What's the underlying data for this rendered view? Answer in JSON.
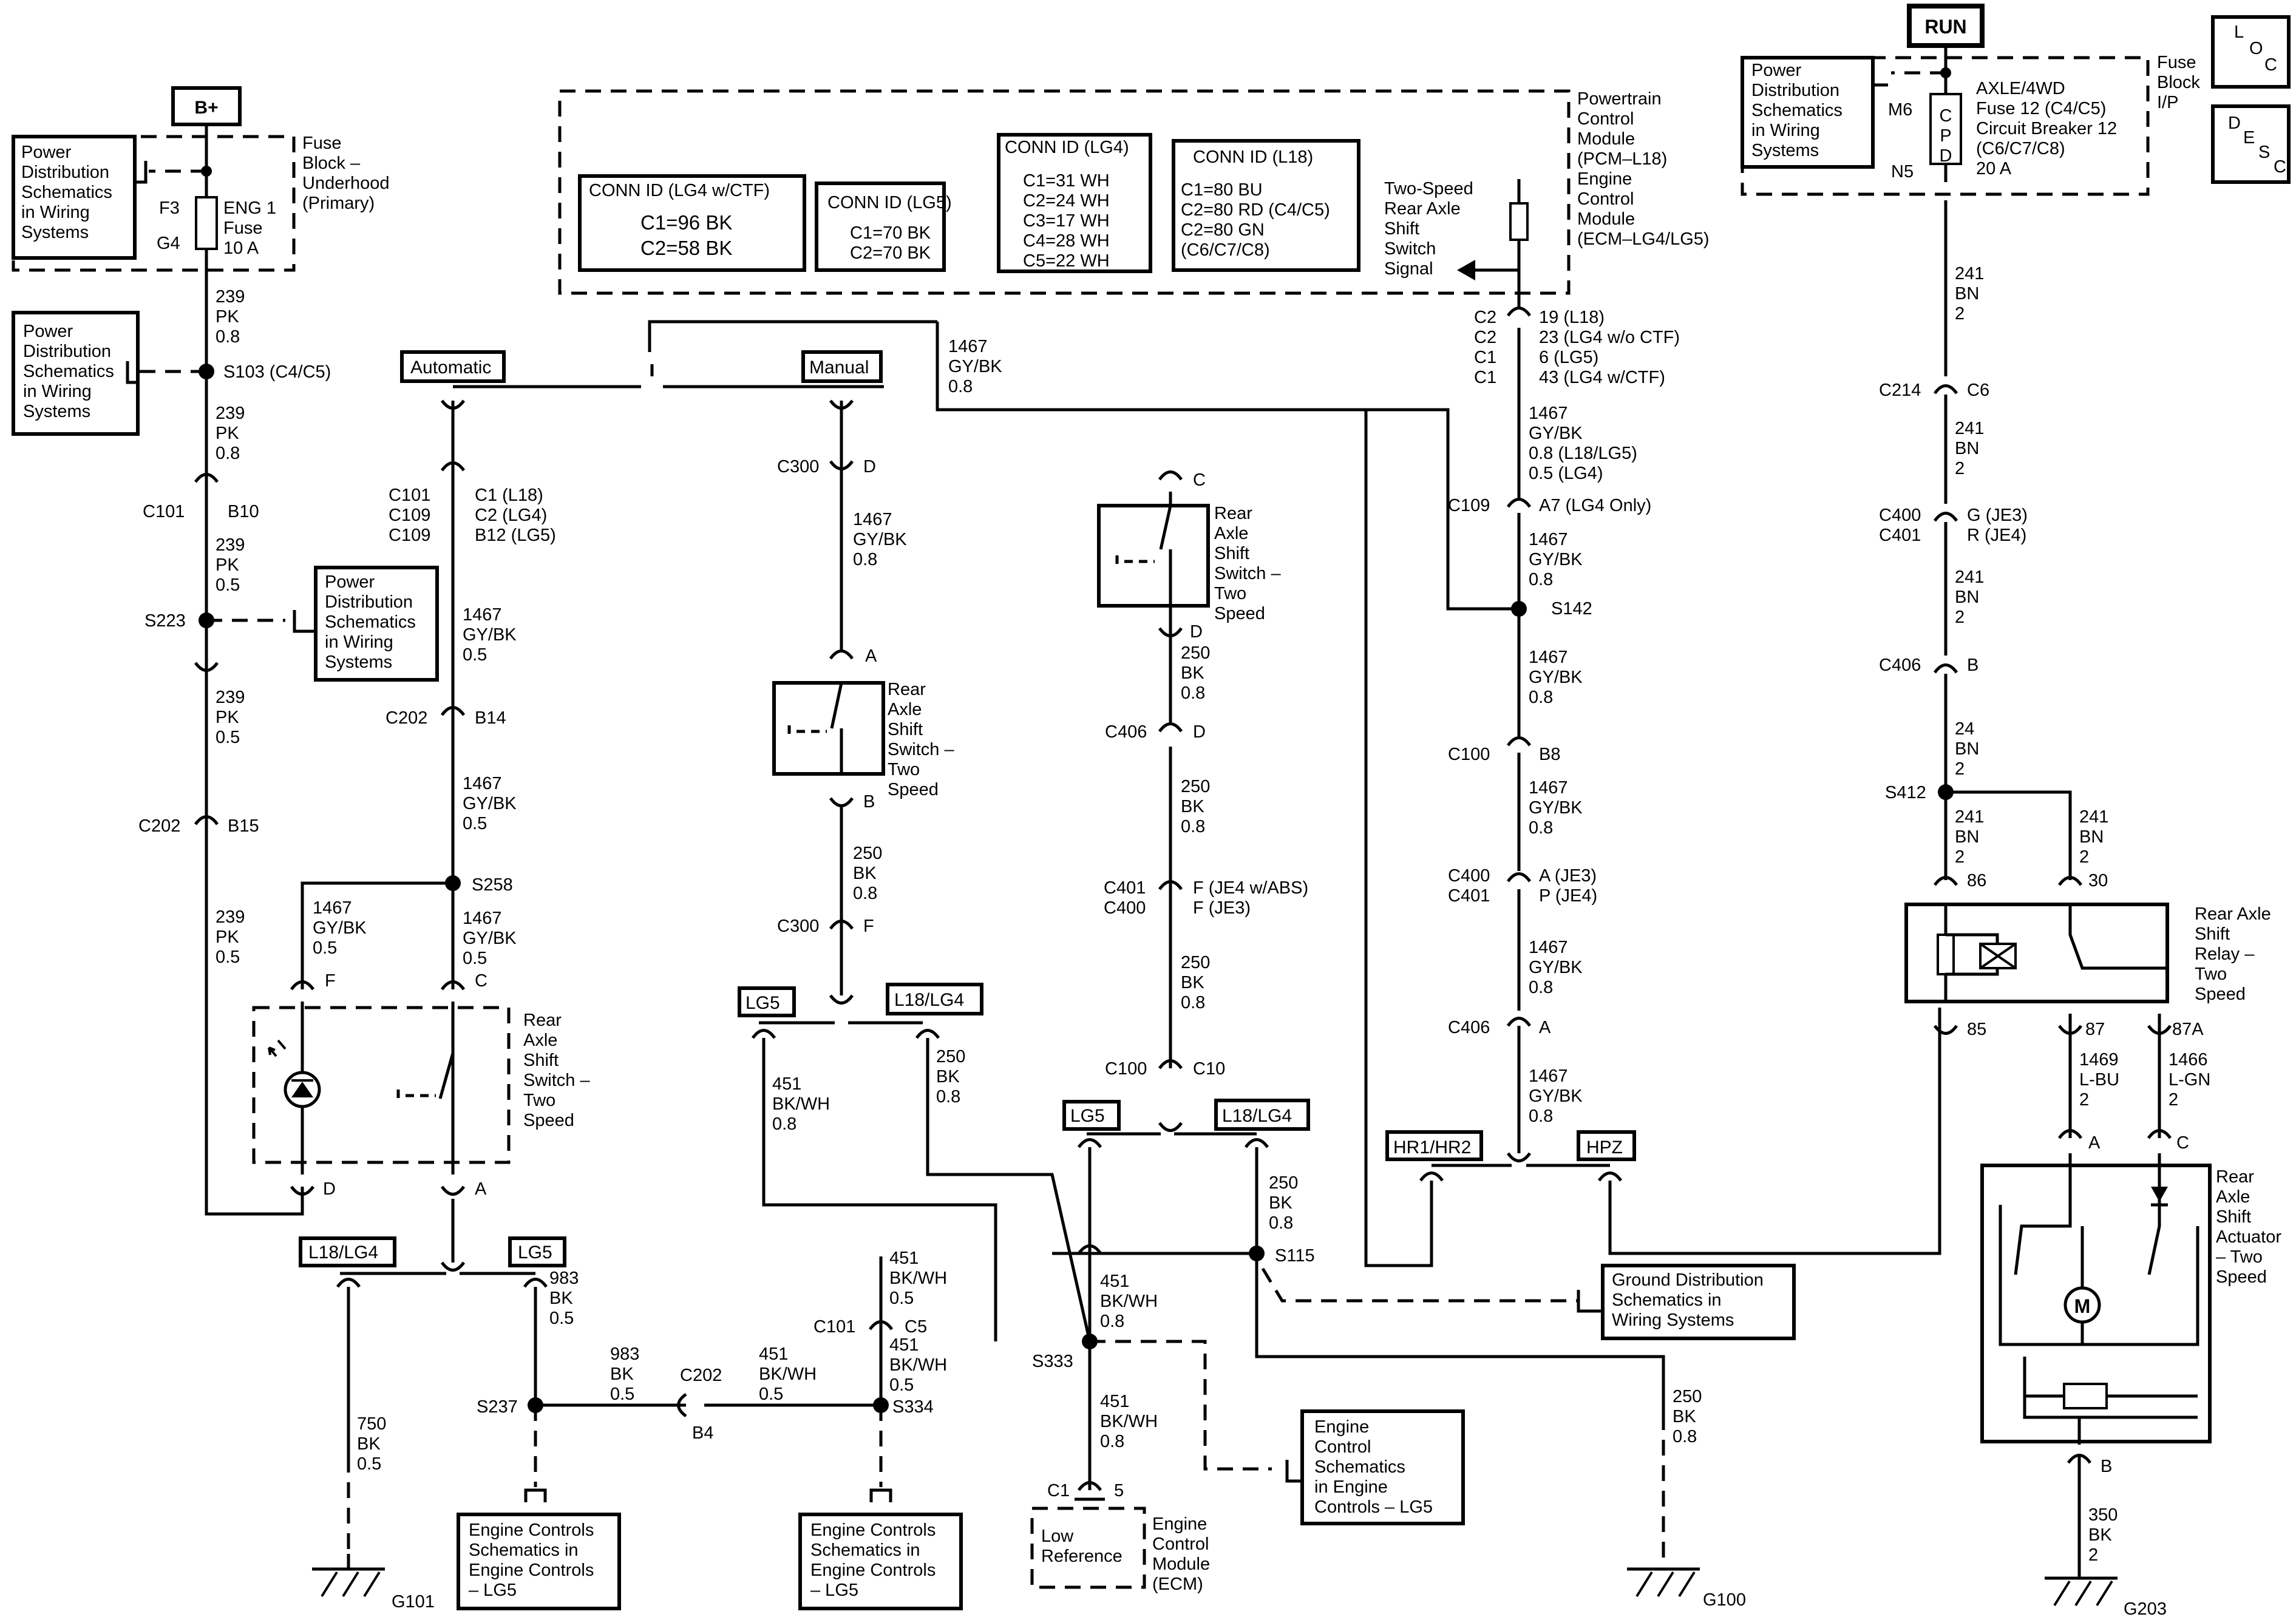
{
  "wiring": {
    "ref_boxes": {
      "ref1": [
        "Power",
        "Distribution",
        "Schematics",
        "in Wiring",
        "Systems"
      ],
      "ref2": [
        "Power",
        "Distribution",
        "Schematics",
        "in Wiring",
        "Systems"
      ],
      "ref3": [
        "Power",
        "Distribution",
        "Schematics",
        "in Wiring",
        "Systems"
      ],
      "ref4": [
        "Power",
        "Distribution",
        "Schematics",
        "in Wiring",
        "Systems"
      ],
      "ground_ref": [
        "Ground Distribution",
        "Schematics in",
        "Wiring Systems"
      ],
      "engine_ref_mid": [
        "Engine",
        "Control",
        "Schematics",
        "in Engine",
        "Controls – LG5"
      ],
      "engine_ref_left": [
        "Engine Controls",
        "Schematics in",
        "Engine Controls",
        "– LG5"
      ],
      "engine_ref_center": [
        "Engine Controls",
        "Schematics in",
        "Engine Controls",
        "– LG5"
      ]
    },
    "power": {
      "bplus": "B+",
      "run": "RUN",
      "fuse_block_under": [
        "Fuse",
        "Block –",
        "Underhood",
        "(Primary)"
      ],
      "fuse_f3": "F3",
      "fuse_g4": "G4",
      "fuse_eng1": [
        "ENG 1",
        "Fuse",
        "10 A"
      ],
      "fuse_block_ip": [
        "Fuse",
        "Block",
        "I/P"
      ],
      "m6": "M6",
      "n5": "N5",
      "cpd": [
        "C",
        "P",
        "D"
      ],
      "axle_fuse": [
        "AXLE/4WD",
        "Fuse 12 (C4/C5)",
        "Circuit Breaker 12",
        "(C6/C7/C8)",
        "20 A"
      ],
      "loc": [
        "L",
        "O",
        "C"
      ],
      "desc": [
        "D",
        "E",
        "S",
        "C"
      ]
    },
    "pcm": {
      "module": [
        "Powertrain",
        "Control",
        "Module",
        "(PCM–L18)",
        "Engine",
        "Control",
        "Module",
        "(ECM–LG4/LG5)"
      ],
      "conn_lg4ctf": {
        "title": "CONN ID (LG4 w/CTF)",
        "rows": [
          "C1=96 BK",
          "C2=58 BK"
        ]
      },
      "conn_lg5": {
        "title": "CONN ID (LG5)",
        "rows": [
          "C1=70 BK",
          "C2=70 BK"
        ]
      },
      "conn_lg4": {
        "title": "CONN ID (LG4)",
        "rows": [
          "C1=31 WH",
          "C2=24 WH",
          "C3=17 WH",
          "C4=28 WH",
          "C5=22 WH"
        ]
      },
      "conn_l18": {
        "title": "CONN ID (L18)",
        "rows": [
          "C1=80 BU",
          "C2=80 RD (C4/C5)",
          "C2=80 GN",
          "(C6/C7/C8)"
        ]
      },
      "signal": [
        "Two-Speed",
        "Rear Axle",
        "Shift",
        "Switch",
        "Signal"
      ],
      "pins_left": [
        "C2",
        "C2",
        "C1",
        "C1"
      ],
      "pins_right": [
        "19 (L18)",
        "23 (LG4 w/o CTF)",
        "6 (LG5)",
        "43 (LG4 w/CTF)"
      ]
    },
    "labels": {
      "w239a": [
        "239",
        "PK",
        "0.8"
      ],
      "s103": "S103 (C4/C5)",
      "w239b": [
        "239",
        "PK",
        "0.8"
      ],
      "c101": "C101",
      "b10": "B10",
      "w239c": [
        "239",
        "PK",
        "0.5"
      ],
      "s223": "S223",
      "w239d": [
        "239",
        "PK",
        "0.5"
      ],
      "c202a": "C202",
      "b15": "B15",
      "w239e": [
        "239",
        "PK",
        "0.5"
      ],
      "automatic": "Automatic",
      "manual": "Manual",
      "c101_l": [
        "C101",
        "C109",
        "C109"
      ],
      "c101_r": [
        "C1 (L18)",
        "C2 (LG4)",
        "B12 (LG5)"
      ],
      "w1467a": [
        "1467",
        "GY/BK",
        "0.5"
      ],
      "c202b": "C202",
      "b14": "B14",
      "w1467b": [
        "1467",
        "GY/BK",
        "0.5"
      ],
      "s258": "S258",
      "w1467c": [
        "1467",
        "GY/BK",
        "0.5"
      ],
      "w1467d": [
        "1467",
        "GY/BK",
        "0.5"
      ],
      "pin_f": "F",
      "pin_c": "C",
      "pin_d": "D",
      "pin_a": "A",
      "rass1": [
        "Rear",
        "Axle",
        "Shift",
        "Switch –",
        "Two",
        "Speed"
      ],
      "l18lg4_a": "L18/LG4",
      "lg5_a": "LG5",
      "w750": [
        "750",
        "BK",
        "0.5"
      ],
      "g101": "G101",
      "w983a": [
        "983",
        "BK",
        "0.5"
      ],
      "s237": "S237",
      "w983b": [
        "983",
        "BK",
        "0.5"
      ],
      "c202c": "C202",
      "b4": "B4",
      "w451a": [
        "451",
        "BK/WH",
        "0.5"
      ],
      "s334": "S334",
      "w451b": [
        "451",
        "BK/WH",
        "0.5"
      ],
      "c101c": "C101",
      "c5": "C5",
      "w451c": [
        "451",
        "BK/WH",
        "0.5"
      ],
      "w1467e": [
        "1467",
        "GY/BK",
        "0.8"
      ],
      "c300a": "C300",
      "pin_d2": "D",
      "w1467f": [
        "1467",
        "GY/BK",
        "0.8"
      ],
      "pin_a2": "A",
      "rass2": [
        "Rear",
        "Axle",
        "Shift",
        "Switch –",
        "Two",
        "Speed"
      ],
      "pin_b2": "B",
      "w250a": [
        "250",
        "BK",
        "0.8"
      ],
      "c300b": "C300",
      "pin_f2": "F",
      "lg5_b": "LG5",
      "l18lg4_b": "L18/LG4",
      "w451d": [
        "451",
        "BK/WH",
        "0.8"
      ],
      "w250b": [
        "250",
        "BK",
        "0.8"
      ],
      "s333": "S333",
      "pin_c3": "C",
      "rass3": [
        "Rear",
        "Axle",
        "Shift",
        "Switch –",
        "Two",
        "Speed"
      ],
      "pin_d3": "D",
      "w250c": [
        "250",
        "BK",
        "0.8"
      ],
      "c406a": "C406",
      "pin_d4": "D",
      "w250d": [
        "250",
        "BK",
        "0.8"
      ],
      "c401a": [
        "C401",
        "C400"
      ],
      "f_jes": [
        "F (JE4 w/ABS)",
        "F (JE3)"
      ],
      "w250e": [
        "250",
        "BK",
        "0.8"
      ],
      "c100": "C100",
      "c10": "C10",
      "lg5_c": "LG5",
      "l18lg4_c": "L18/LG4",
      "w451e": [
        "451",
        "BK/WH",
        "0.8"
      ],
      "w451f": [
        "451",
        "BK/WH",
        "0.8"
      ],
      "c1": "C1",
      "pin5": "5",
      "low_ref": [
        "Low",
        "Reference"
      ],
      "ecm": [
        "Engine",
        "Control",
        "Module",
        "(ECM)"
      ],
      "w250f": [
        "250",
        "BK",
        "0.8"
      ],
      "s115": "S115",
      "w250g": [
        "250",
        "BK",
        "0.8"
      ],
      "g100": "G100",
      "w1467g": [
        "1467",
        "GY/BK",
        "0.8"
      ],
      "w1467h": [
        "1467",
        "GY/BK",
        "0.8 (L18/LG5)",
        "0.5 (LG4)"
      ],
      "c109": "C109",
      "a7": "A7 (LG4 Only)",
      "w1467i": [
        "1467",
        "GY/BK",
        "0.8"
      ],
      "s142": "S142",
      "w1467j": [
        "1467",
        "GY/BK",
        "0.8"
      ],
      "c100b": "C100",
      "b8": "B8",
      "w1467k": [
        "1467",
        "GY/BK",
        "0.8"
      ],
      "c400a": [
        "C400",
        "C401"
      ],
      "a_jes": [
        "A (JE3)",
        "P (JE4)"
      ],
      "w1467l": [
        "1467",
        "GY/BK",
        "0.8"
      ],
      "c406b": "C406",
      "pin_a5": "A",
      "w1467m": [
        "1467",
        "GY/BK",
        "0.8"
      ],
      "hr1hr2": "HR1/HR2",
      "hpz": "HPZ",
      "w241a": [
        "241",
        "BN",
        "2"
      ],
      "c214": "C214",
      "c6": "C6",
      "w241b": [
        "241",
        "BN",
        "2"
      ],
      "c400b": [
        "C400",
        "C401"
      ],
      "g_jes": [
        "G (JE3)",
        "R (JE4)"
      ],
      "w241c": [
        "241",
        "BN",
        "2"
      ],
      "c406c": "C406",
      "pin_b6": "B",
      "w24": [
        "24",
        "BN",
        "2"
      ],
      "s412": "S412",
      "w241d": [
        "241",
        "BN",
        "2"
      ],
      "w241e": [
        "241",
        "BN",
        "2"
      ],
      "p86": "86",
      "p30": "30",
      "relay": [
        "Rear Axle",
        "Shift",
        "Relay –",
        "Two",
        "Speed"
      ],
      "p85": "85",
      "p87": "87",
      "p87a": "87A",
      "w1469": [
        "1469",
        "L-BU",
        "2"
      ],
      "w1466": [
        "1466",
        "L-GN",
        "2"
      ],
      "pin_a7": "A",
      "pin_c7": "C",
      "actuator": [
        "Rear",
        "Axle",
        "Shift",
        "Actuator",
        "– Two",
        "Speed"
      ],
      "motor": "M",
      "pin_b7": "B",
      "w350": [
        "350",
        "BK",
        "2"
      ],
      "g203": "G203"
    }
  }
}
